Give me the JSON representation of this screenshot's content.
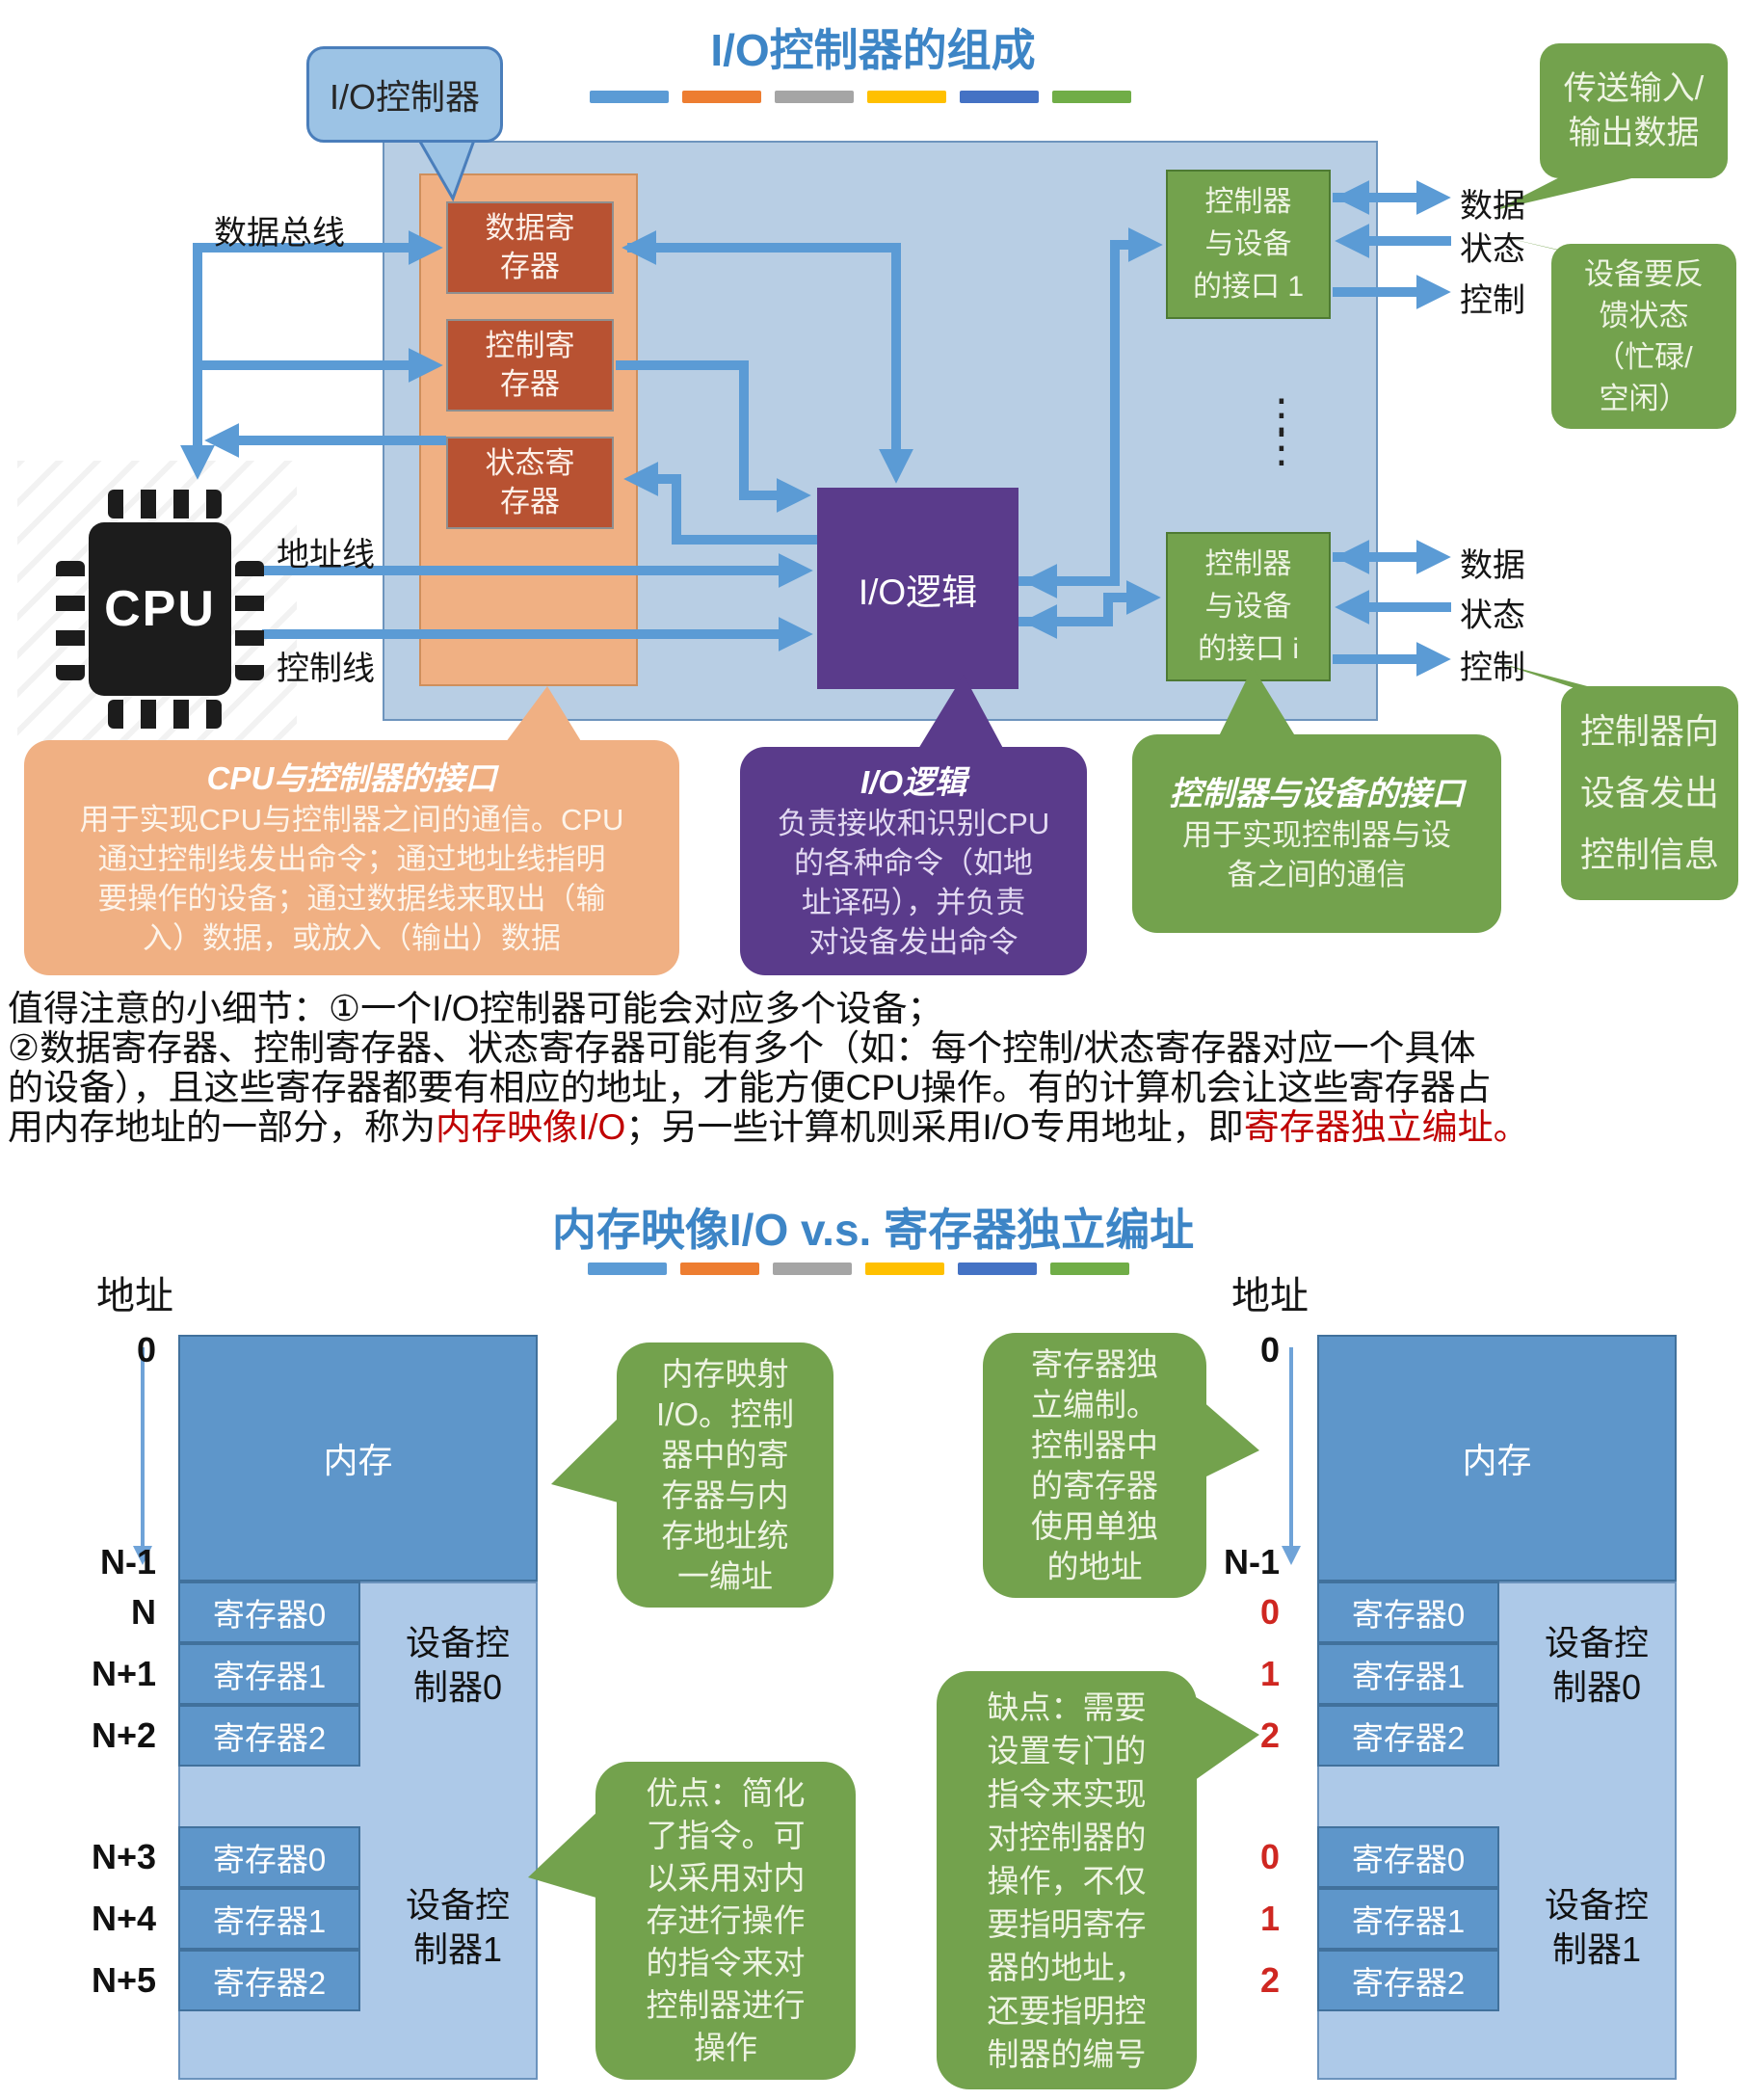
{
  "theme": {
    "title_color": "#3d85c6",
    "arrow_color": "#5b9bd5",
    "dash_colors": [
      "#5b9bd5",
      "#ed7d31",
      "#a5a5a5",
      "#ffc000",
      "#4472c4",
      "#70ad47"
    ],
    "red_text_color": "#c00000",
    "green_callout_color": "#73a24d",
    "purple_color": "#5a3b8b",
    "orange_color": "#f0b083",
    "brick_color": "#b85232",
    "light_blue_panel": "#b8cee4",
    "memory_blue": "#5e96ca",
    "memory_light_blue": "#adc9e8"
  },
  "top": {
    "title": "I/O控制器的组成",
    "bubble_label": "I/O控制器",
    "cpu_label": "CPU",
    "data_bus_label": "数据总线",
    "address_line_label": "地址线",
    "control_line_label": "控制线",
    "registers": [
      "数据寄\n存器",
      "控制寄\n存器",
      "状态寄\n存器"
    ],
    "io_logic_label": "I/O逻辑",
    "interface1_label": "控制器\n与设备\n的接口 1",
    "interface_i_label": "控制器\n与设备\n的接口 i",
    "ellipsis": "⋮\n⋮",
    "port_labels_1": [
      "数据",
      "状态",
      "控制"
    ],
    "port_labels_i": [
      "数据",
      "状态",
      "控制"
    ],
    "callout_transfer": "传送输入/\n输出数据",
    "callout_status": "设备要反\n馈状态\n（忙碌/\n空闲）",
    "callout_control": "控制器向\n设备发出\n控制信息",
    "callout_cpu_interface": {
      "title": "CPU与控制器的接口",
      "body": "用于实现CPU与控制器之间的通信。CPU\n通过控制线发出命令；通过地址线指明\n要操作的设备；通过数据线来取出（输\n入）数据，或放入（输出）数据"
    },
    "callout_io_logic": {
      "title": "I/O逻辑",
      "body": "负责接收和识别CPU\n的各种命令（如地\n址译码），并负责\n对设备发出命令"
    },
    "callout_device_interface": {
      "title": "控制器与设备的接口",
      "body": "用于实现控制器与设\n备之间的通信"
    }
  },
  "notes": {
    "line1": "值得注意的小细节：①一个I/O控制器可能会对应多个设备；",
    "line2": "②数据寄存器、控制寄存器、状态寄存器可能有多个（如：每个控制/状态寄存器对应一个具体",
    "line3": "的设备），且这些寄存器都要有相应的地址，才能方便CPU操作。有的计算机会让这些寄存器占",
    "line4a": "用内存地址的一部分，称为",
    "line4b": "内存映像I/O",
    "line4c": "；另一些计算机则采用I/O专用地址，即",
    "line4d": "寄存器独立编址。"
  },
  "bottom": {
    "title": "内存映像I/O  v.s. 寄存器独立编址",
    "left": {
      "address_label": "地址",
      "memory_label": "内存",
      "addr_top": "0",
      "addr_n_minus_1": "N-1",
      "group1_addrs": [
        "N",
        "N+1",
        "N+2"
      ],
      "group2_addrs": [
        "N+3",
        "N+4",
        "N+5"
      ],
      "registers": [
        "寄存器0",
        "寄存器1",
        "寄存器2"
      ],
      "controller0": "设备控\n制器0",
      "controller1": "设备控\n制器1"
    },
    "right": {
      "address_label": "地址",
      "memory_label": "内存",
      "addr_top": "0",
      "addr_n_minus_1": "N-1",
      "group1_addrs": [
        "0",
        "1",
        "2"
      ],
      "group2_addrs": [
        "0",
        "1",
        "2"
      ],
      "registers": [
        "寄存器0",
        "寄存器1",
        "寄存器2"
      ],
      "controller0": "设备控\n制器0",
      "controller1": "设备控\n制器1"
    },
    "callout_memory_mapped": "内存映射\nI/O。控制\n器中的寄\n存器与内\n存地址统\n一编址",
    "callout_independent": "寄存器独\n立编制。\n控制器中\n的寄存器\n使用单独\n的地址",
    "callout_pros": "优点：简化\n了指令。可\n以采用对内\n存进行操作\n的指令来对\n控制器进行\n操作",
    "callout_cons": "缺点：需要\n设置专门的\n指令来实现\n对控制器的\n操作，不仅\n要指明寄存\n器的地址，\n还要指明控\n制器的编号"
  }
}
